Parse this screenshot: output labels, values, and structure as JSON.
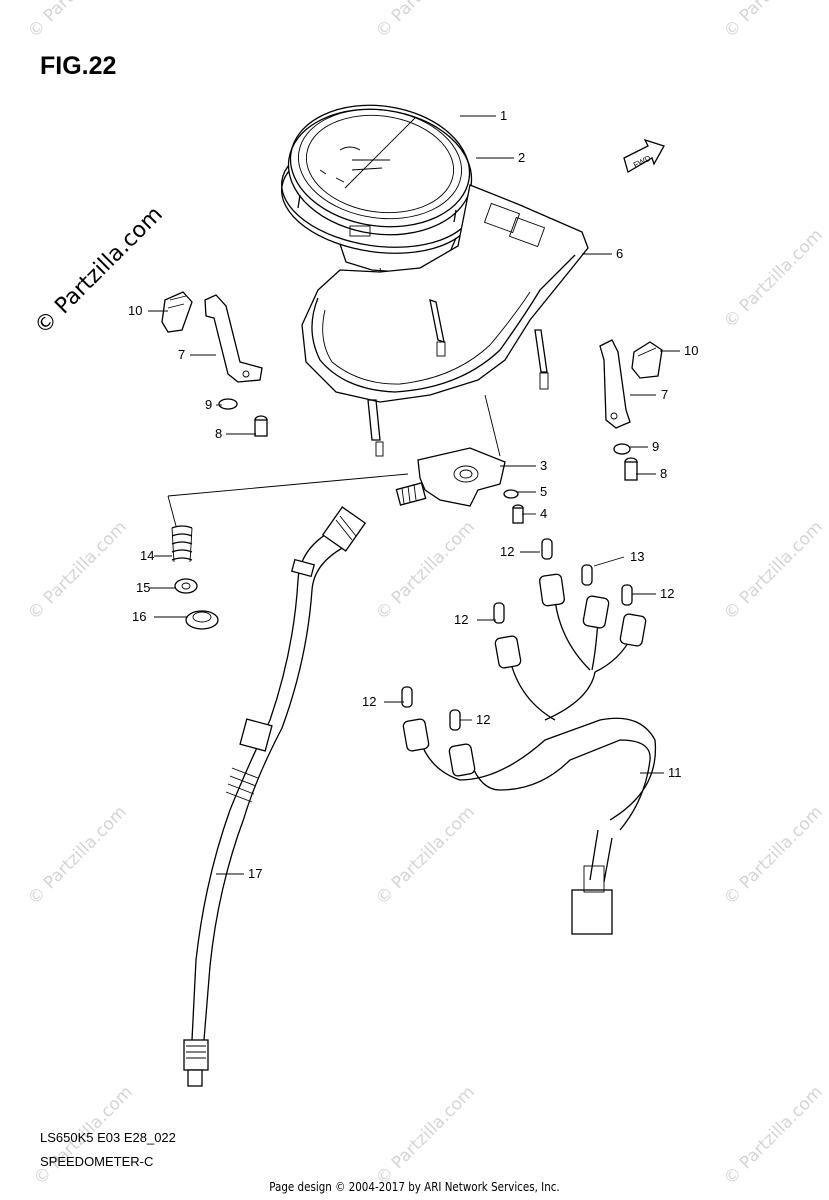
{
  "figure_label": "FIG.22",
  "model_code": "LS650K5 E03 E28_022",
  "assembly_name": "SPEEDOMETER-C",
  "credit": "Page design © 2004-2017 by ARI Network Services, Inc.",
  "watermark": "© Partzilla.com",
  "fwd_label": "FWD",
  "callouts": {
    "c1": "1",
    "c2": "2",
    "c3": "3",
    "c4": "4",
    "c5": "5",
    "c6": "6",
    "c7a": "7",
    "c7b": "7",
    "c8a": "8",
    "c8b": "8",
    "c9a": "9",
    "c9b": "9",
    "c10a": "10",
    "c10b": "10",
    "c11": "11",
    "c12a": "12",
    "c12b": "12",
    "c12c": "12",
    "c12d": "12",
    "c12e": "12",
    "c13": "13",
    "c14": "14",
    "c15": "15",
    "c16": "16",
    "c17": "17"
  }
}
